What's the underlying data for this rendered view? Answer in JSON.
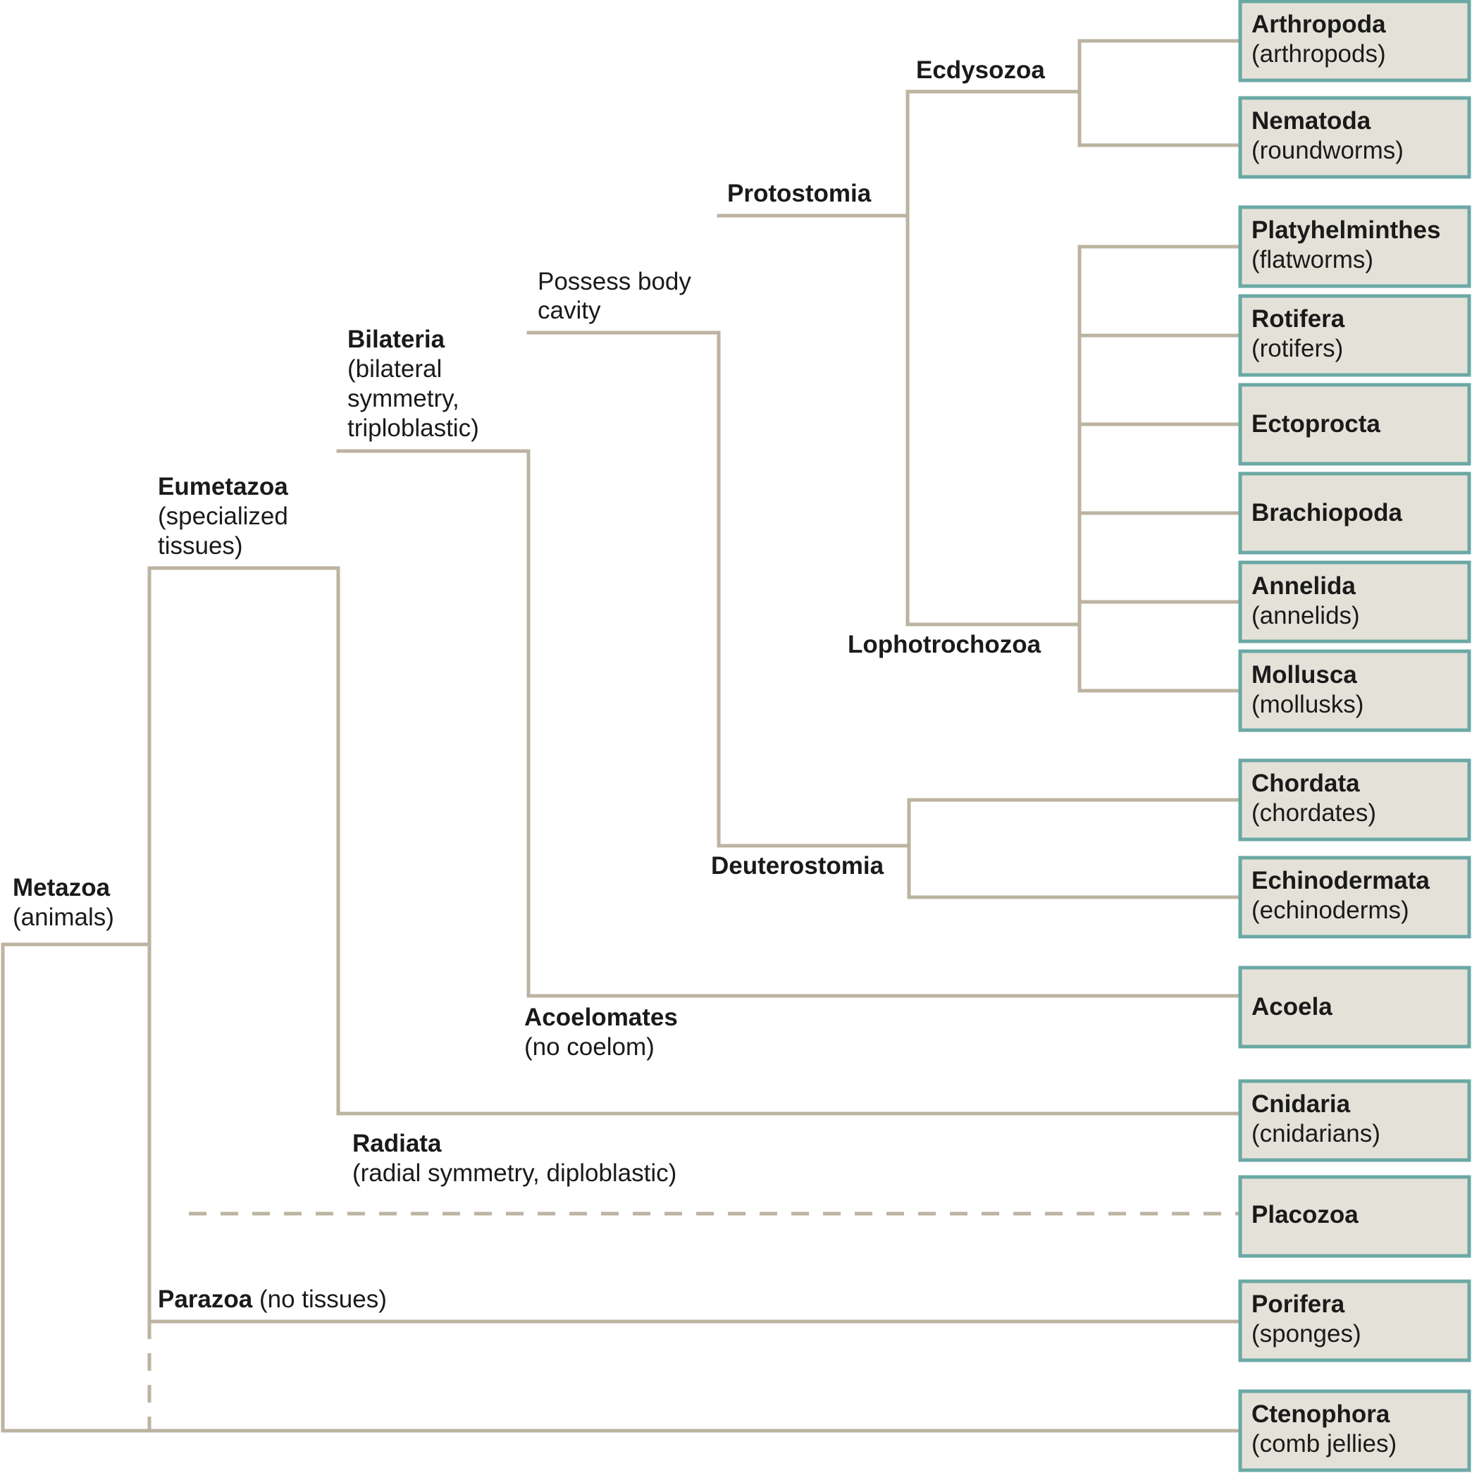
{
  "nodes": {
    "metazoa": {
      "name": "Metazoa",
      "desc": "(animals)"
    },
    "eumetazoa": {
      "name": "Eumetazoa",
      "desc": [
        "(specialized",
        "tissues)"
      ]
    },
    "bilateria": {
      "name": "Bilateria",
      "desc": [
        "(bilateral",
        "symmetry,",
        "triploblastic)"
      ]
    },
    "body_cavity": {
      "lines": [
        "Possess body",
        "cavity"
      ]
    },
    "protostomia": {
      "name": "Protostomia"
    },
    "ecdysozoa": {
      "name": "Ecdysozoa"
    },
    "lophotrochozoa": {
      "name": "Lophotrochozoa"
    },
    "deuterostomia": {
      "name": "Deuterostomia"
    },
    "acoelomates": {
      "name": "Acoelomates",
      "desc": "(no coelom)"
    },
    "radiata": {
      "name": "Radiata",
      "desc": "(radial symmetry, diploblastic)"
    },
    "parazoa": {
      "name": "Parazoa",
      "desc": " (no tissues)"
    }
  },
  "taxa": [
    {
      "name": "Arthropoda",
      "common": "(arthropods)"
    },
    {
      "name": "Nematoda",
      "common": "(roundworms)"
    },
    {
      "name": "Platyhelminthes",
      "common": "(flatworms)"
    },
    {
      "name": "Rotifera",
      "common": "(rotifers)"
    },
    {
      "name": "Ectoprocta",
      "common": ""
    },
    {
      "name": "Brachiopoda",
      "common": ""
    },
    {
      "name": "Annelida",
      "common": "(annelids)"
    },
    {
      "name": "Mollusca",
      "common": "(mollusks)"
    },
    {
      "name": "Chordata",
      "common": "(chordates)"
    },
    {
      "name": "Echinodermata",
      "common": "(echinoderms)"
    },
    {
      "name": "Acoela",
      "common": ""
    },
    {
      "name": "Cnidaria",
      "common": "(cnidarians)"
    },
    {
      "name": "Placozoa",
      "common": ""
    },
    {
      "name": "Porifera",
      "common": "(sponges)"
    },
    {
      "name": "Ctenophora",
      "common": "(comb jellies)"
    }
  ],
  "colors": {
    "branch": "#bcb3a1",
    "box_fill": "#e4e2d8",
    "box_border": "#6aa8a5"
  }
}
